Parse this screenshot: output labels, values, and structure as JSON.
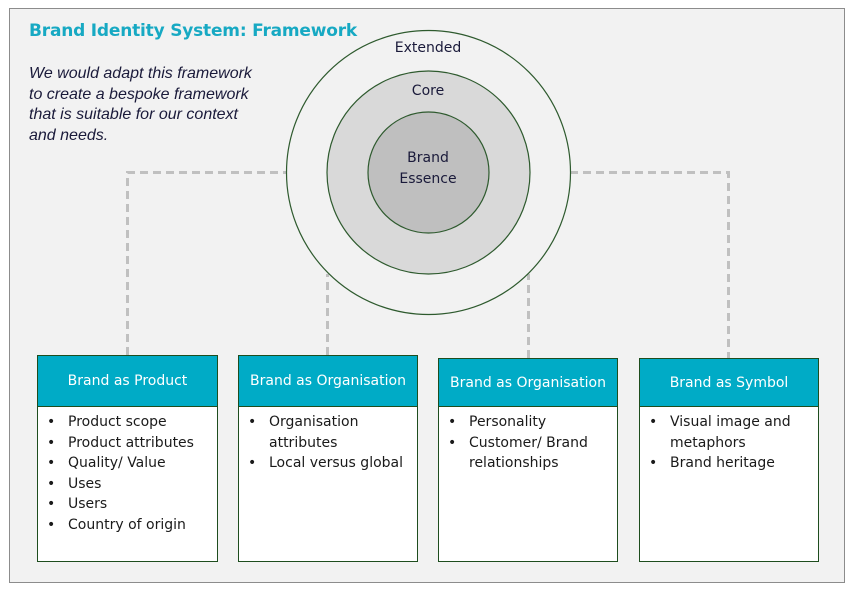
{
  "title": "Brand Identity System: Framework",
  "intro_text": "We would adapt this framework to create a bespoke framework that is suitable for our context and needs.",
  "colors": {
    "accent": "#17a9c3",
    "header_fill": "#00abc6",
    "ring_stroke": "#2e5a2e",
    "core_fill": "#d9d9d9",
    "essence_fill": "#bfbfbf",
    "connector": "#c0c0c0",
    "background": "#f2f2f2"
  },
  "rings": {
    "extended": "Extended",
    "core": "Core",
    "essence_line1": "Brand",
    "essence_line2": "Essence"
  },
  "boxes": [
    {
      "header": "Brand as Product",
      "items": [
        "Product scope",
        "Product attributes",
        "Quality/ Value",
        "Uses",
        "Users",
        "Country of origin"
      ]
    },
    {
      "header": "Brand as Organisation",
      "items": [
        "Organisation attributes",
        "Local versus global"
      ]
    },
    {
      "header": "Brand as Organisation",
      "items": [
        "Personality",
        "Customer/ Brand relationships"
      ]
    },
    {
      "header": "Brand as Symbol",
      "items": [
        "Visual image and metaphors",
        "Brand heritage"
      ]
    }
  ],
  "bullet_glyph": "•"
}
